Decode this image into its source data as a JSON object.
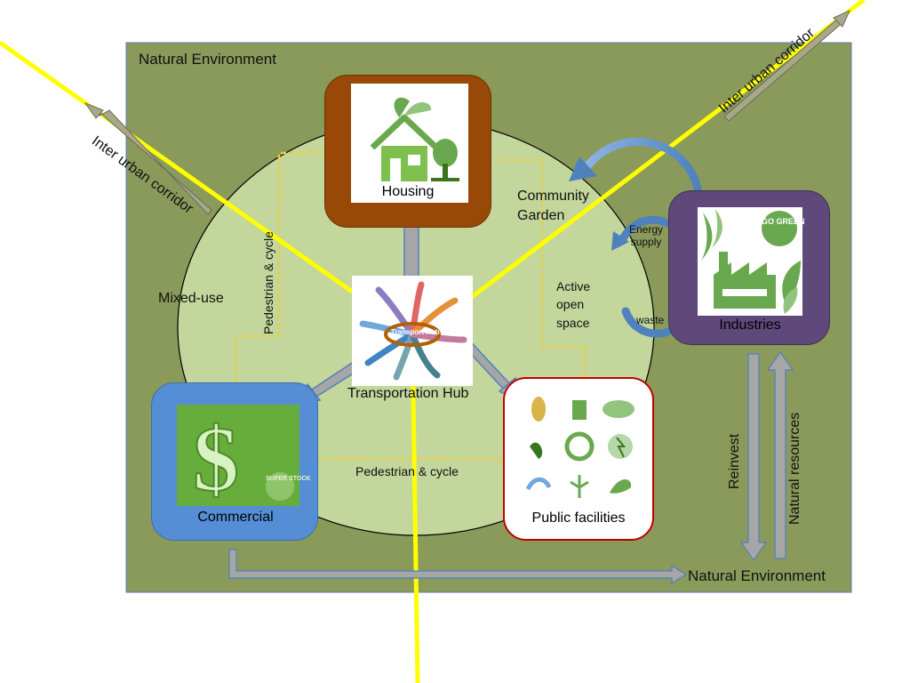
{
  "labels": {
    "natural_env_top": "Natural Environment",
    "natural_env_bottom": "Natural Environment",
    "corridor_left": "Inter urban corridor",
    "corridor_right": "Inter urban corridor",
    "mixed_use": "Mixed-use",
    "ped_cycle_vertical": "Pedestrian & cycle",
    "ped_cycle_horizontal": "Pedestrian & cycle",
    "community_garden_line1": "Community",
    "community_garden_line2": "Garden",
    "active_open_space_line1": "Active",
    "active_open_space_line2": "open",
    "active_open_space_line3": "space",
    "energy_supply_line1": "Energy",
    "energy_supply_line2": "supply",
    "waste": "waste",
    "reinvest": "Reinvest",
    "natural_resources": "Natural resources",
    "transport_hub": "Transportation Hub",
    "transport_hub_logo": "Transport Hub",
    "go_green": "GO GREEN",
    "super_stock": "SUPER STOCK"
  },
  "boxes": {
    "housing": "Housing",
    "industries": "Industries",
    "commercial": "Commercial",
    "public_facilities": "Public facilities"
  },
  "colors": {
    "environment_green": "#8a9a5b",
    "circle_green": "#c3d69b",
    "corridor_yellow": "#ffff00",
    "housing_brown": "#984807",
    "industries_purple": "#5f497a",
    "commercial_blue": "#558ed5",
    "public_red": "#c00000",
    "arrow_gray": "#a6a6a6",
    "arrow_blue": "#4f81bd"
  }
}
